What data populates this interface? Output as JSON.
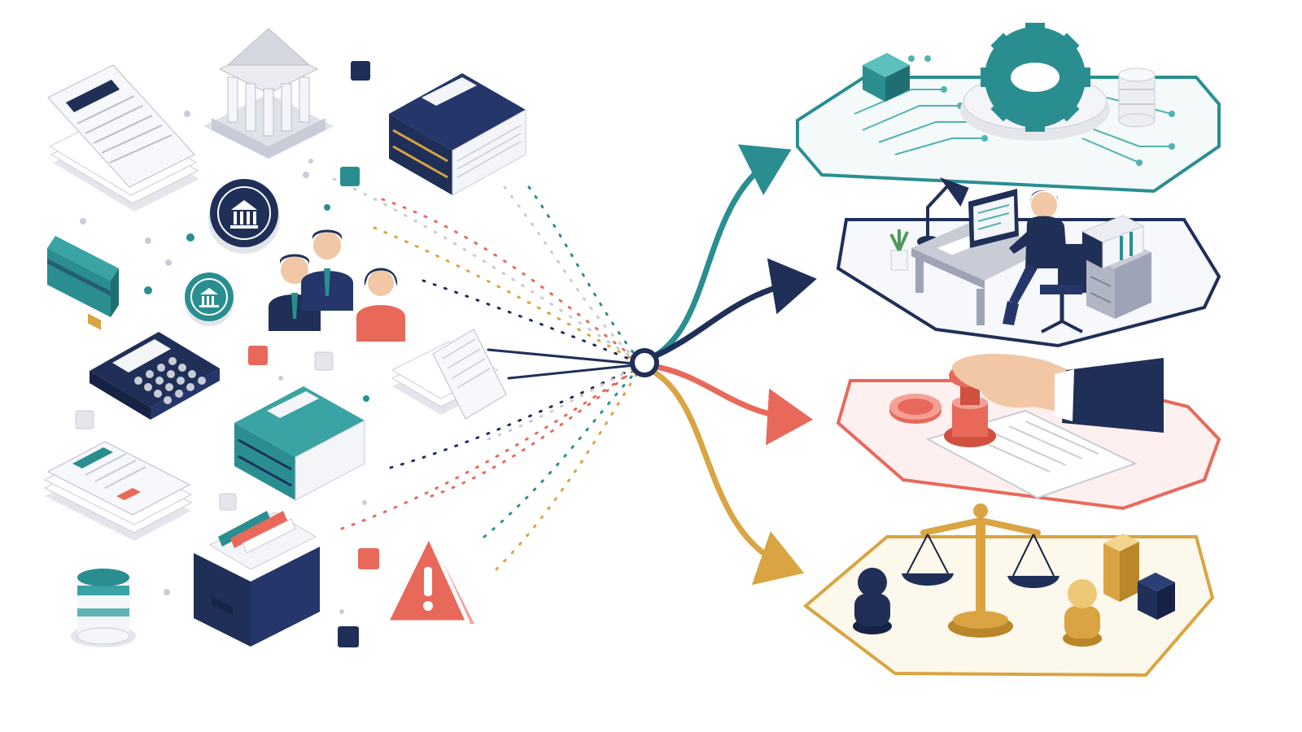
{
  "colors": {
    "navy": "#1f2f57",
    "navy_dark": "#162344",
    "teal": "#2a8e91",
    "teal_light": "#4fb3b1",
    "coral": "#e8695a",
    "coral_light": "#f3a197",
    "gold": "#d9a441",
    "gold_light": "#ecc877",
    "gray": "#c9ccd6",
    "gray_light": "#eceef3",
    "paper": "#f7f8fb"
  },
  "source_icons": [
    "document-stack-icon",
    "bank-building-icon",
    "law-book-navy-icon",
    "bank-coin-icon",
    "bank-coin-small-icon",
    "credit-card-icon",
    "people-group-icon",
    "calculator-icon",
    "paper-stack-icon",
    "law-book-teal-icon",
    "report-documents-icon",
    "file-box-icon",
    "database-icon",
    "warning-triangle-icon"
  ],
  "destination_panels": [
    {
      "id": "automation-platform",
      "color": "teal",
      "icon": "gear-circuit-icon"
    },
    {
      "id": "professional-workspace",
      "color": "navy",
      "icon": "office-worker-icon"
    },
    {
      "id": "approval-stamp",
      "color": "coral",
      "icon": "stamp-hand-icon"
    },
    {
      "id": "justice-compliance",
      "color": "gold",
      "icon": "scales-of-justice-icon"
    }
  ],
  "hub": {
    "icon": "convergence-hub-icon"
  }
}
